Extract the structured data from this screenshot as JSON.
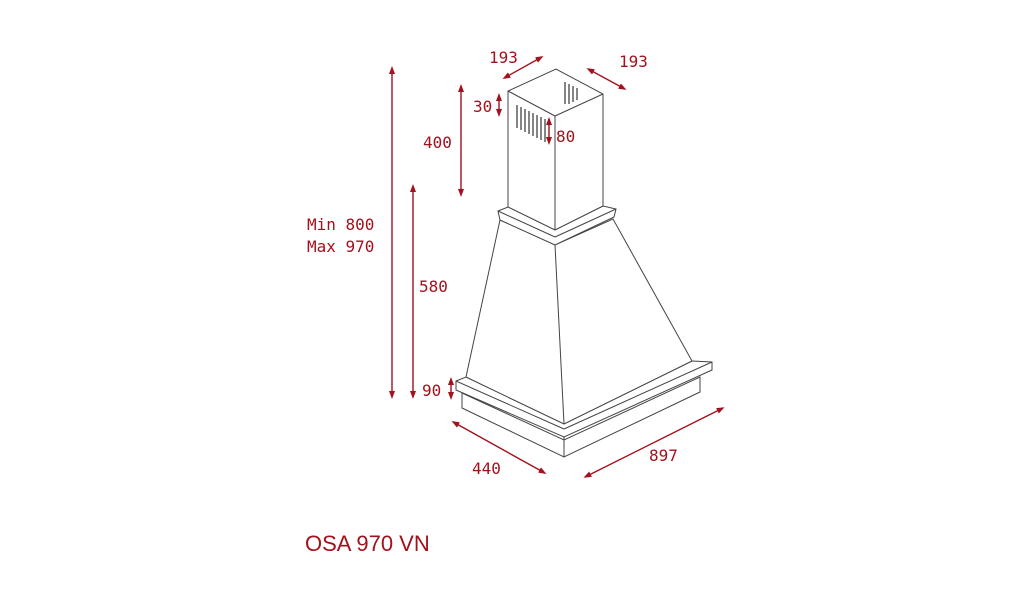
{
  "colors": {
    "accent": "#a3111c"
  },
  "dimensions": {
    "chimney_width_left": "193",
    "chimney_width_right": "193",
    "vent_offset": "30",
    "vent_height": "80",
    "chimney_height": "400",
    "total_height_min": "Min 800",
    "total_height_max": "Max 970",
    "hood_height": "580",
    "base_height": "90",
    "depth": "440",
    "width": "897"
  },
  "model_name": "OSA 970 VN"
}
